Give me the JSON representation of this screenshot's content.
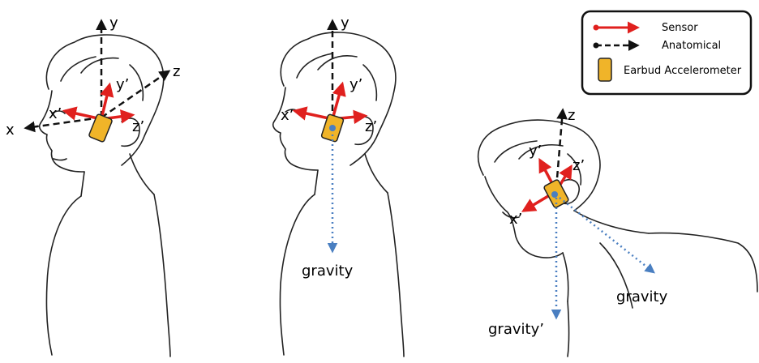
{
  "legend": {
    "sensor_label": "Sensor",
    "anatomical_label": "Anatomical",
    "earbud_label": "Earbud Accelerometer"
  },
  "colors": {
    "sensor": "#e0201e",
    "anatomical": "#111111",
    "earbud": "#f0b429",
    "gravity": "#4a7fc1"
  },
  "panel1": {
    "anatomical": {
      "x": "x",
      "y": "y",
      "z": "z"
    },
    "sensor": {
      "x": "x’",
      "y": "y’",
      "z": "z’"
    }
  },
  "panel2": {
    "anatomical": {
      "y": "y"
    },
    "sensor": {
      "x": "x’",
      "y": "y’",
      "z": "z’"
    },
    "gravity": "gravity"
  },
  "panel3": {
    "anatomical": {
      "z": "z"
    },
    "sensor": {
      "x": "x’",
      "y": "y’",
      "z": "z’"
    },
    "gravity_sensor": "gravity’",
    "gravity": "gravity"
  },
  "icons": [
    "arrow-icon",
    "earbud-icon",
    "dot-icon"
  ]
}
